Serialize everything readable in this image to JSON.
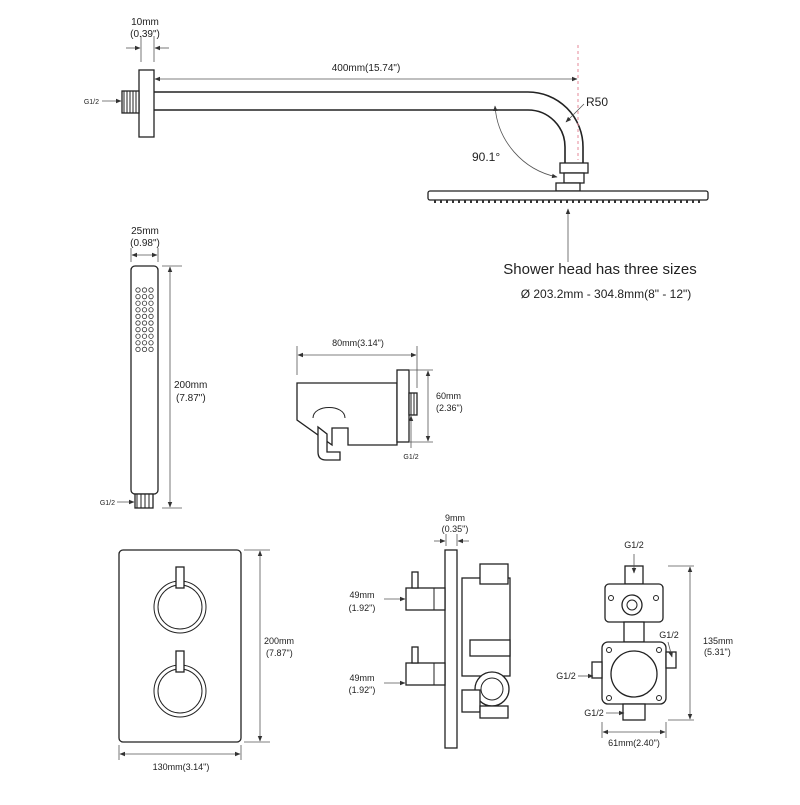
{
  "arm": {
    "flange_dim": "10mm",
    "flange_dim_in": "(0.39\")",
    "length_dim": "400mm(15.74\")",
    "thread": "G1/2",
    "radius": "R50",
    "angle": "90.1°"
  },
  "shower_head": {
    "caption": "Shower head has three sizes",
    "sizes": "Ø 203.2mm - 304.8mm(8\" - 12\")"
  },
  "hand_shower": {
    "width_dim": "25mm",
    "width_dim_in": "(0.98\")",
    "length_dim": "200mm",
    "length_dim_in": "(7.87\")",
    "thread": "G1/2"
  },
  "holder": {
    "width_dim": "80mm(3.14\")",
    "height_dim": "60mm",
    "height_dim_in": "(2.36\")",
    "thread": "G1/2"
  },
  "plate": {
    "height_dim": "200mm",
    "height_dim_in": "(7.87\")",
    "width_dim": "130mm(3.14\")"
  },
  "valve_side": {
    "plate_dim": "9mm",
    "plate_dim_in": "(0.35\")",
    "upper_knob": "49mm",
    "upper_knob_in": "(1.92\")",
    "lower_knob": "49mm",
    "lower_knob_in": "(1.92\")"
  },
  "valve_body": {
    "top_port": "G1/2",
    "right_port": "G1/2",
    "left_port": "G1/2",
    "bottom_port": "G1/2",
    "height_dim": "135mm",
    "height_dim_in": "(5.31\")",
    "width_dim": "61mm(2.40\")"
  }
}
